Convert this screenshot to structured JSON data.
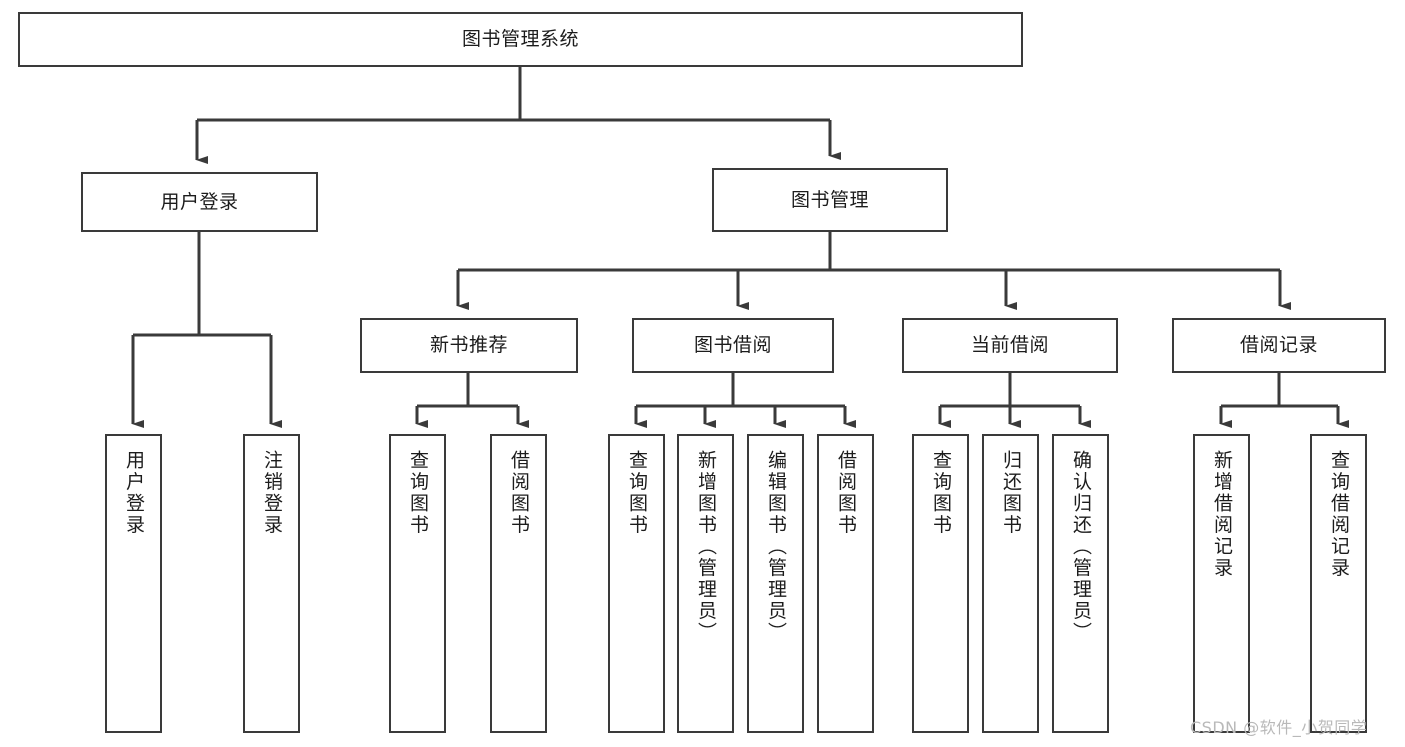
{
  "diagram": {
    "type": "tree",
    "title": "图书管理系统",
    "orientation": "top-down",
    "line_color": "#3a3a3a",
    "box_fill": "#ffffff",
    "text_color": "#1c1c1c",
    "watermark": "CSDN @软件_小贺同学",
    "watermark_color": "#b9b9b9"
  },
  "nodes": {
    "root": {
      "label": "图书管理系统",
      "level": 1
    },
    "l2": [
      {
        "label": "用户登录",
        "level": 2
      },
      {
        "label": "图书管理",
        "level": 2
      }
    ],
    "l3": [
      {
        "label": "新书推荐",
        "level": 3,
        "parent": "图书管理"
      },
      {
        "label": "图书借阅",
        "level": 3,
        "parent": "图书管理"
      },
      {
        "label": "当前借阅",
        "level": 3,
        "parent": "图书管理"
      },
      {
        "label": "借阅记录",
        "level": 3,
        "parent": "图书管理"
      }
    ],
    "leaves": [
      {
        "label": "用户登录",
        "parent": "用户登录"
      },
      {
        "label": "注销登录",
        "parent": "用户登录"
      },
      {
        "label": "查询图书",
        "parent": "新书推荐"
      },
      {
        "label": "借阅图书",
        "parent": "新书推荐"
      },
      {
        "label": "查询图书",
        "parent": "图书借阅"
      },
      {
        "label": "新增图书（管理员）",
        "parent": "图书借阅"
      },
      {
        "label": "编辑图书（管理员）",
        "parent": "图书借阅"
      },
      {
        "label": "借阅图书",
        "parent": "图书借阅"
      },
      {
        "label": "查询图书",
        "parent": "当前借阅"
      },
      {
        "label": "归还图书",
        "parent": "当前借阅"
      },
      {
        "label": "确认归还（管理员）",
        "parent": "当前借阅"
      },
      {
        "label": "新增借阅记录",
        "parent": "借阅记录"
      },
      {
        "label": "查询借阅记录",
        "parent": "借阅记录"
      }
    ]
  }
}
